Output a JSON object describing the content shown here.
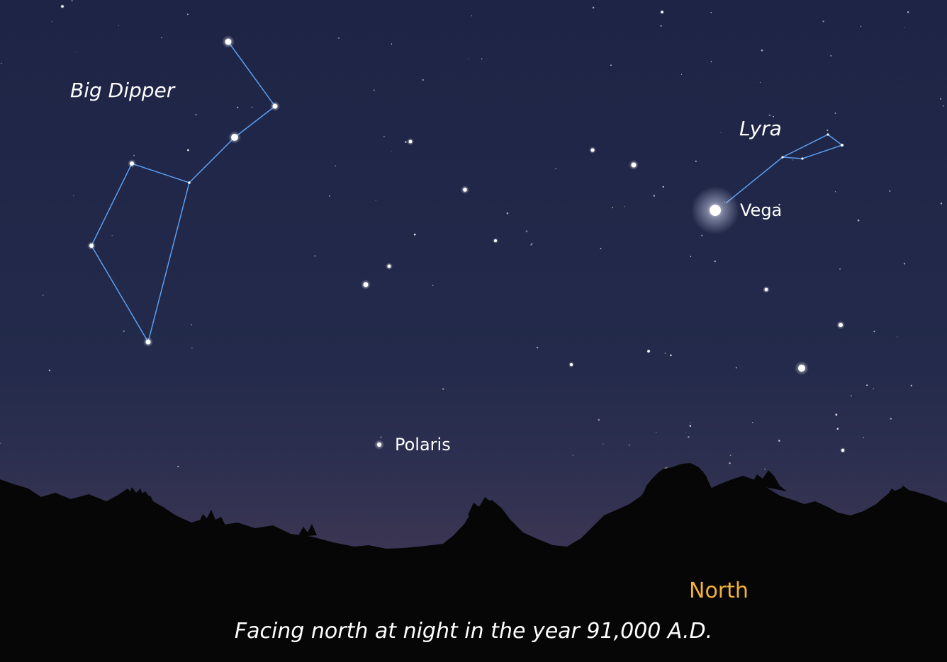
{
  "labels": {
    "big_dipper": "Big Dipper",
    "lyra": "Lyra",
    "vega": "Vega",
    "polaris": "Polaris",
    "north": "North"
  },
  "caption": "Facing north at night in the year 91,000 A.D.",
  "colors": {
    "sky_top": "#1e2445",
    "sky_horizon": "#3a3553",
    "constellation_line": "#5b9ef0",
    "star": "#ffffff",
    "label": "#ffffff",
    "north_label": "#f3b13a",
    "treeline": "#060606"
  }
}
